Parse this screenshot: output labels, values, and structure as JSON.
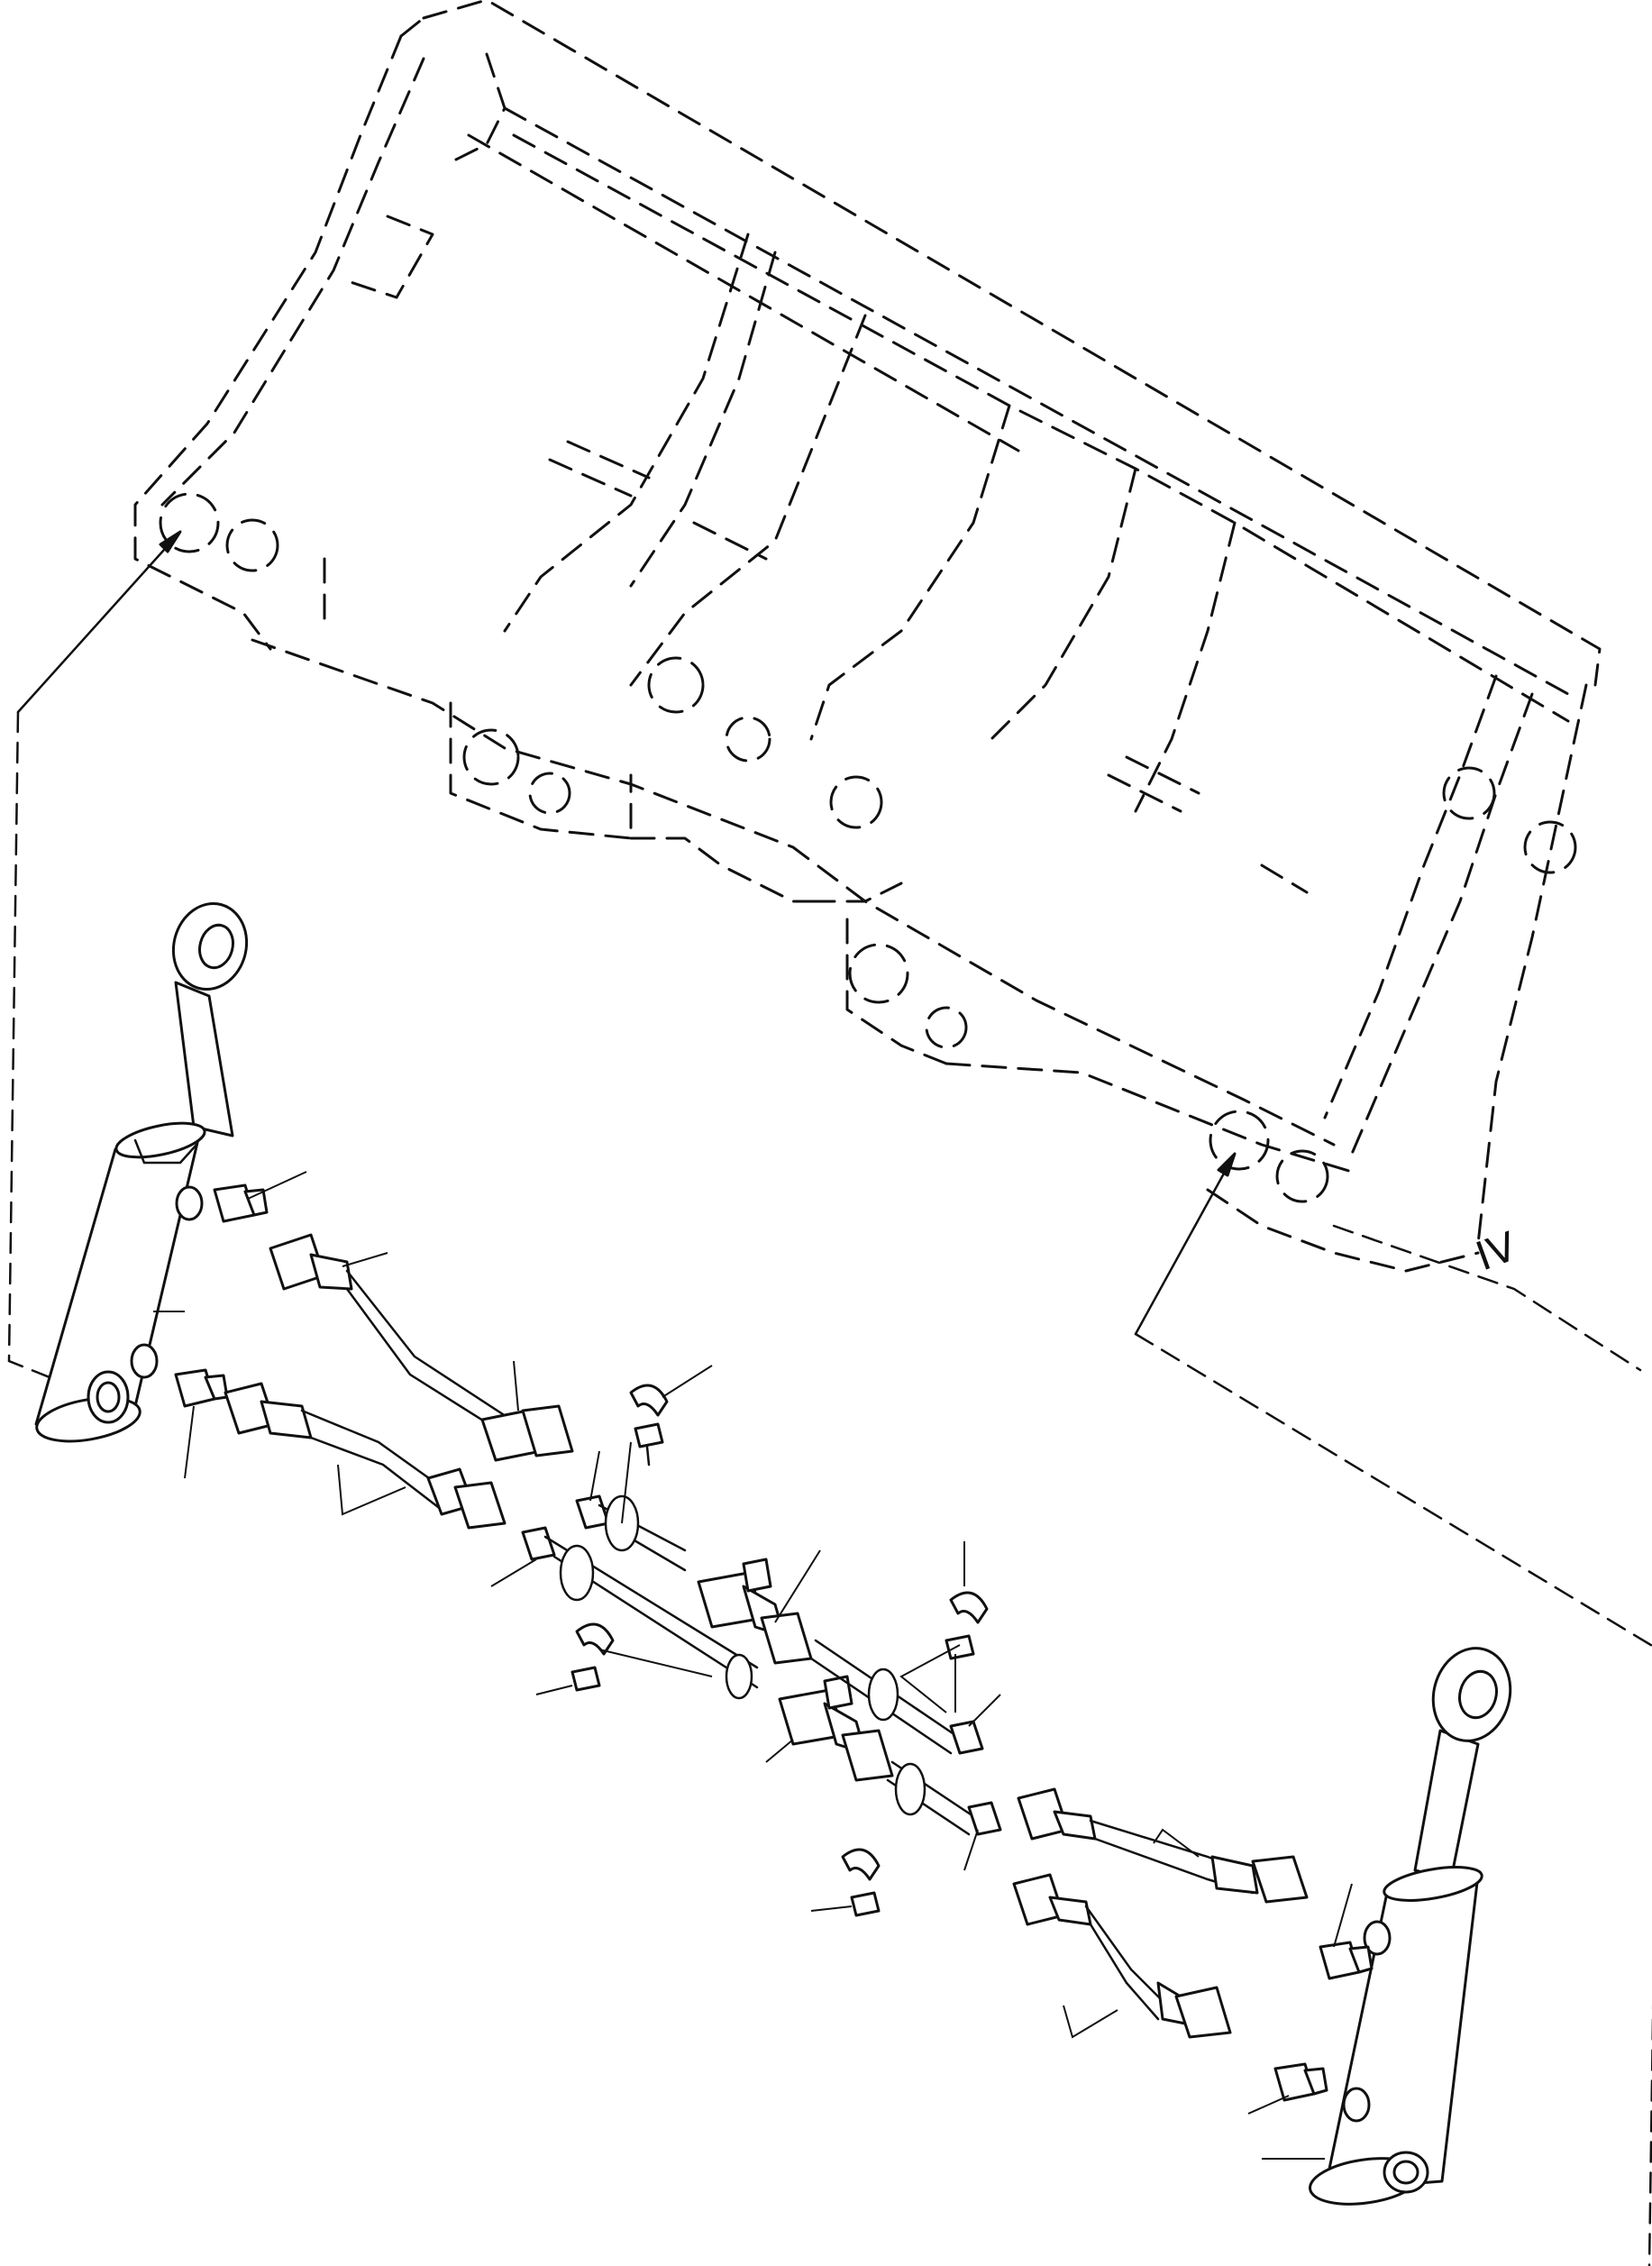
{
  "drawing": {
    "type": "exploded parts diagram",
    "components": [
      "bucket-frame-phantom",
      "left-cylinder",
      "right-cylinder",
      "hose-assemblies",
      "tee-fittings",
      "adapters",
      "hose-clamps",
      "tubes"
    ],
    "corner_mark": "IV"
  },
  "colors": {
    "line": "#111111",
    "background": "#ffffff"
  }
}
